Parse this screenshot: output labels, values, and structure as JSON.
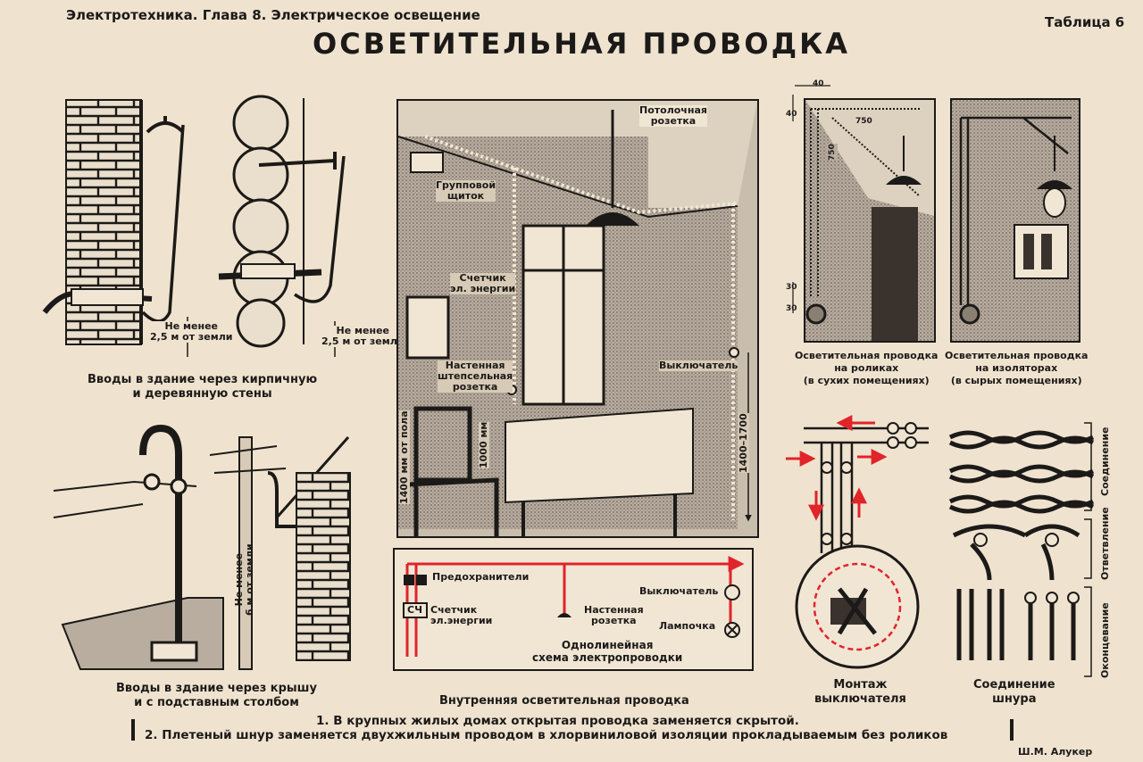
{
  "header": {
    "chapter": "Электротехника. Глава 8. Электрическое освещение",
    "table_no": "Таблица 6",
    "title": "ОСВЕТИТЕЛЬНАЯ ПРОВОДКА"
  },
  "entries_walls": {
    "label_brick": "Не менее\n2,5 м от земли",
    "label_wood": "Не менее\n2,5 м от земли",
    "caption": "Вводы в здание через кирпичную\nи деревянную стены"
  },
  "entries_roof": {
    "label_pole": "Не менее\n6 м от земли",
    "caption": "Вводы в здание через крышу\nи с подставным столбом"
  },
  "room": {
    "ceiling_rosette": "Потолочная\nрозетка",
    "group_panel": "Групповой\nщиток",
    "meter": "Счетчик\nэл. энергии",
    "wall_socket": "Настенная\nштепсельная\nрозетка",
    "switch": "Выключатель",
    "h1400": "1400 мм от пола",
    "h1000": "1000 мм",
    "h1400_1700": "1400–1700",
    "caption": "Внутренняя осветительная проводка"
  },
  "schema": {
    "fuses": "Предохранители",
    "meter_box": "СЧ",
    "meter": "Счетчик\nэл.энергии",
    "socket": "Настенная\nрозетка",
    "switch": "Выключатель",
    "lamp": "Лампочка",
    "title": "Однолинейная\nсхема электропроводки"
  },
  "rollers": {
    "dim_40a": "40",
    "dim_40b": "40",
    "dim_750a": "750",
    "dim_750b": "750",
    "dim_30a": "30",
    "dim_30b": "30",
    "caption": "Осветительная проводка\nна роликах\n(в сухих помещениях)"
  },
  "insulators": {
    "caption": "Осветительная проводка\nна изоляторах\n(в сырых помещениях)"
  },
  "switch_mount": {
    "caption": "Монтаж\nвыключателя"
  },
  "cord": {
    "side_join": "Соединение",
    "side_branch": "Ответвление",
    "side_end": "Оконцевание",
    "caption": "Соединение\nшнура"
  },
  "notes": {
    "n1": "1. В крупных жилых домах открытая проводка заменяется скрытой.",
    "n2": "2. Плетеный шнур заменяется двухжильным проводом в хлорвиниловой изоляции прокладываемым без роликов"
  },
  "author": "Ш.М. Алукер",
  "colors": {
    "paper": "#efe3cf",
    "ink": "#1c1a18",
    "accent": "#e0242a"
  }
}
